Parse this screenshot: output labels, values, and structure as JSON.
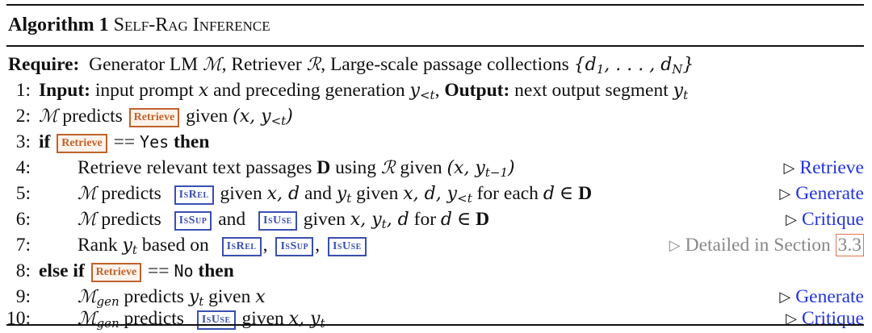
{
  "caption": {
    "label": "Algorithm 1",
    "title": "Self-Rag Inference"
  },
  "tokens": {
    "retrieve": "Retrieve",
    "isrel": "IsRel",
    "issup": "IsSup",
    "isuse": "IsUse"
  },
  "require": {
    "keyword": "Require:",
    "t1": "Generator LM ",
    "t2": ", Retriever ",
    "t3": ", Large-scale passage collections "
  },
  "lines": [
    {
      "num": "1:",
      "kw1": "Input:",
      "t1": "input prompt ",
      "t2": " and preceding generation ",
      "kw2": "Output:",
      "t3": " next output segment "
    },
    {
      "num": "2:",
      "t1": " predicts ",
      "t2": " given "
    },
    {
      "num": "3:",
      "kw1": "if",
      "op": "==",
      "val": "Yes",
      "kw2": "then"
    },
    {
      "num": "4:",
      "t1": "Retrieve relevant text passages ",
      "t2": " using ",
      "t3": " given ",
      "comment": "Retrieve"
    },
    {
      "num": "5:",
      "t1": " predicts ",
      "t2": " given ",
      "t3": " and ",
      "t4": " given ",
      "t5": " for each ",
      "comment": "Generate"
    },
    {
      "num": "6:",
      "t1": " predicts ",
      "t2": " and ",
      "t3": " given ",
      "t4": " for ",
      "comment": "Critique"
    },
    {
      "num": "7:",
      "t1": "Rank ",
      "t2": " based on ",
      "comma": ",",
      "comment": "Detailed in Section ",
      "ref": "3.3"
    },
    {
      "num": "8:",
      "kw1": "else if",
      "op": "==",
      "val": "No",
      "kw2": "then"
    },
    {
      "num": "9:",
      "t1": " predicts ",
      "t2": " given ",
      "comment": "Generate"
    },
    {
      "num": "10:",
      "t1": " predicts ",
      "t2": " given ",
      "comment": "Critique"
    }
  ]
}
